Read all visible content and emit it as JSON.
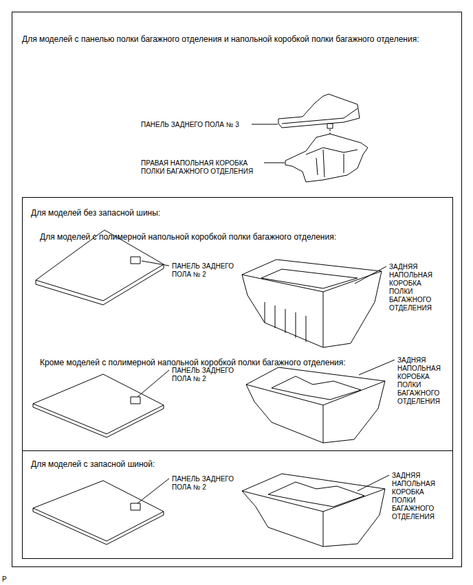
{
  "diagram": {
    "nodes": [
      {
        "text": [
          "Для моделей с панелью полки багажного отделения и напольной коробкой полки багажного отделения:"
        ]
      },
      {
        "text": [
          "Для моделей без запасной шины:",
          "Для моделей с полимерной напольной коробкой полки багажного отделения:",
          "Кроме моделей с полимерной напольной коробкой полки багажного отделения:"
        ],
        "in": 0
      },
      {
        "text": [
          "Для моделей с запасной шиной:"
        ],
        "in": 0
      }
    ],
    "labels": [
      "ПАНЕЛЬ ЗАДНЕГО ПОЛА № 3",
      "ПРАВАЯ НАПОЛЬНАЯ КОРОБКА ПОЛКИ БАГАЖНОГО ОТДЕЛЕНИЯ",
      "ПАНЕЛЬ ЗАДНЕГО ПОЛА № 2",
      "ЗАДНЯЯ НАПОЛЬНАЯ КОРОБКА ПОЛКИ БАГАЖНОГО ОТДЕЛЕНИЯ",
      "ПАНЕЛЬ ЗАДНЕГО ПОЛА № 2",
      "ЗАДНЯЯ НАПОЛЬНАЯ КОРОБКА ПОЛКИ БАГАЖНОГО ОТДЕЛЕНИЯ",
      "ПАНЕЛЬ ЗАДНЕГО ПОЛА № 2",
      "ЗАДНЯЯ НАПОЛЬНАЯ КОРОБКА ПОЛКИ БАГАЖНОГО ОТДЕЛЕНИЯ",
      "P"
    ]
  }
}
